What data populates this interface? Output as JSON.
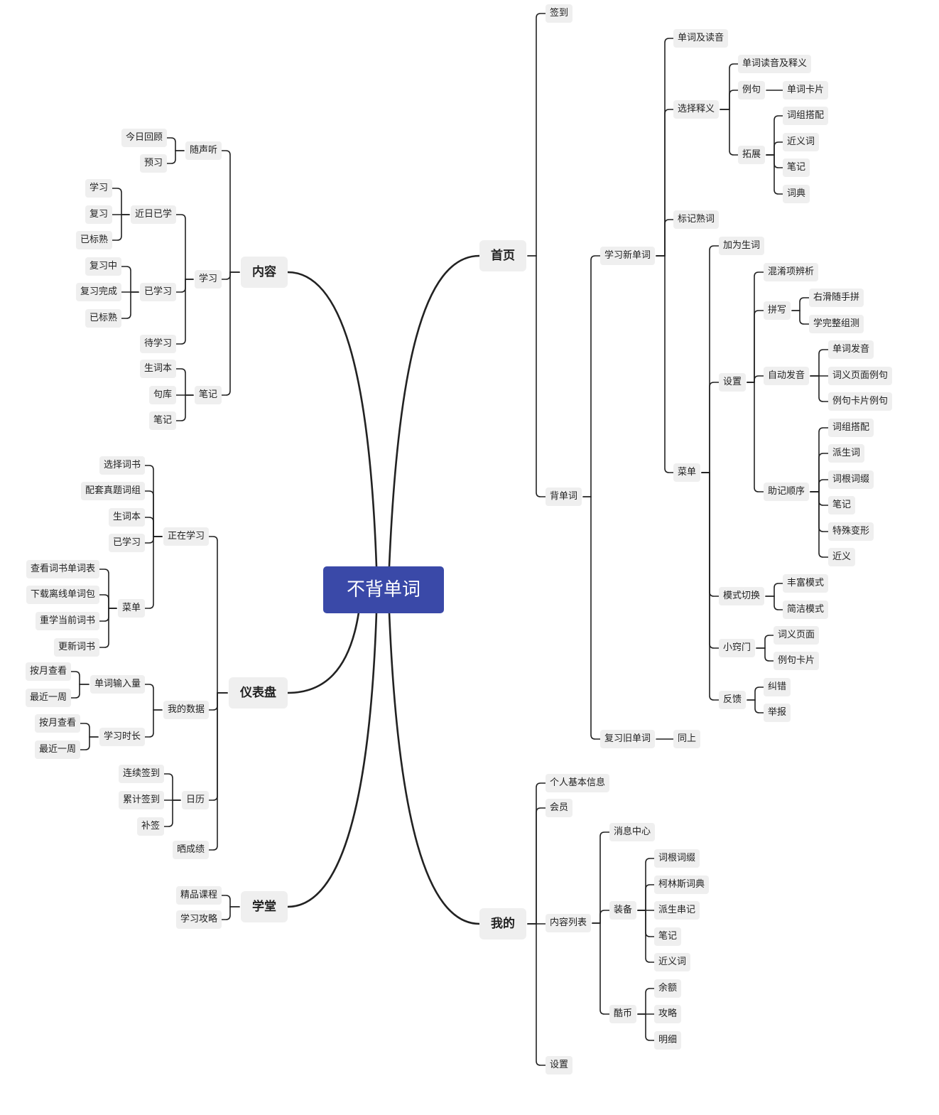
{
  "root": {
    "id": "root",
    "label": "不背单词"
  },
  "colors": {
    "root_bg": "#3a49a8",
    "node_bg": "#efefef",
    "line": "#222222"
  },
  "nodes": [
    {
      "id": "home",
      "label": "首页",
      "parent": "root"
    },
    {
      "id": "signin",
      "label": "签到",
      "parent": "home"
    },
    {
      "id": "memo",
      "label": "背单词",
      "parent": "home"
    },
    {
      "id": "newword",
      "label": "学习新单词",
      "parent": "memo"
    },
    {
      "id": "review",
      "label": "复习旧单词",
      "parent": "memo"
    },
    {
      "id": "same",
      "label": "同上",
      "parent": "review"
    },
    {
      "id": "wordsound",
      "label": "单词及读音",
      "parent": "newword"
    },
    {
      "id": "choose",
      "label": "选择释义",
      "parent": "newword"
    },
    {
      "id": "markknown",
      "label": "标记熟词",
      "parent": "newword"
    },
    {
      "id": "menu1",
      "label": "菜单",
      "parent": "newword"
    },
    {
      "id": "wsdef",
      "label": "单词读音及释义",
      "parent": "choose"
    },
    {
      "id": "example",
      "label": "例句",
      "parent": "choose"
    },
    {
      "id": "expand",
      "label": "拓展",
      "parent": "choose"
    },
    {
      "id": "wordcard",
      "label": "单词卡片",
      "parent": "example"
    },
    {
      "id": "ex1",
      "label": "词组搭配",
      "parent": "expand"
    },
    {
      "id": "ex2",
      "label": "近义词",
      "parent": "expand"
    },
    {
      "id": "ex3",
      "label": "笔记",
      "parent": "expand"
    },
    {
      "id": "ex4",
      "label": "词典",
      "parent": "expand"
    },
    {
      "id": "addnew",
      "label": "加为生词",
      "parent": "menu1"
    },
    {
      "id": "settings1",
      "label": "设置",
      "parent": "menu1"
    },
    {
      "id": "mode",
      "label": "模式切换",
      "parent": "menu1"
    },
    {
      "id": "tips",
      "label": "小窍门",
      "parent": "menu1"
    },
    {
      "id": "feedback",
      "label": "反馈",
      "parent": "menu1"
    },
    {
      "id": "confuse",
      "label": "混淆项辨析",
      "parent": "settings1"
    },
    {
      "id": "spell",
      "label": "拼写",
      "parent": "settings1"
    },
    {
      "id": "autosound",
      "label": "自动发音",
      "parent": "settings1"
    },
    {
      "id": "mnemonic",
      "label": "助记顺序",
      "parent": "settings1"
    },
    {
      "id": "sp1",
      "label": "右滑随手拼",
      "parent": "spell"
    },
    {
      "id": "sp2",
      "label": "学完整组测",
      "parent": "spell"
    },
    {
      "id": "as1",
      "label": "单词发音",
      "parent": "autosound"
    },
    {
      "id": "as2",
      "label": "词义页面例句",
      "parent": "autosound"
    },
    {
      "id": "as3",
      "label": "例句卡片例句",
      "parent": "autosound"
    },
    {
      "id": "mn1",
      "label": "词组搭配",
      "parent": "mnemonic"
    },
    {
      "id": "mn2",
      "label": "派生词",
      "parent": "mnemonic"
    },
    {
      "id": "mn3",
      "label": "词根词缀",
      "parent": "mnemonic"
    },
    {
      "id": "mn4",
      "label": "笔记",
      "parent": "mnemonic"
    },
    {
      "id": "mn5",
      "label": "特殊变形",
      "parent": "mnemonic"
    },
    {
      "id": "mn6",
      "label": "近义",
      "parent": "mnemonic"
    },
    {
      "id": "md1",
      "label": "丰富模式",
      "parent": "mode"
    },
    {
      "id": "md2",
      "label": "简洁模式",
      "parent": "mode"
    },
    {
      "id": "tp1",
      "label": "词义页面",
      "parent": "tips"
    },
    {
      "id": "tp2",
      "label": "例句卡片",
      "parent": "tips"
    },
    {
      "id": "fb1",
      "label": "纠错",
      "parent": "feedback"
    },
    {
      "id": "fb2",
      "label": "举报",
      "parent": "feedback"
    },
    {
      "id": "mine",
      "label": "我的",
      "parent": "root"
    },
    {
      "id": "profile",
      "label": "个人基本信息",
      "parent": "mine"
    },
    {
      "id": "vip",
      "label": "会员",
      "parent": "mine"
    },
    {
      "id": "contentlist",
      "label": "内容列表",
      "parent": "mine"
    },
    {
      "id": "settings2",
      "label": "设置",
      "parent": "mine"
    },
    {
      "id": "msg",
      "label": "消息中心",
      "parent": "contentlist"
    },
    {
      "id": "equip",
      "label": "装备",
      "parent": "contentlist"
    },
    {
      "id": "coin",
      "label": "酷币",
      "parent": "contentlist"
    },
    {
      "id": "eq1",
      "label": "词根词缀",
      "parent": "equip"
    },
    {
      "id": "eq2",
      "label": "柯林斯词典",
      "parent": "equip"
    },
    {
      "id": "eq3",
      "label": "派生串记",
      "parent": "equip"
    },
    {
      "id": "eq4",
      "label": "笔记",
      "parent": "equip"
    },
    {
      "id": "eq5",
      "label": "近义词",
      "parent": "equip"
    },
    {
      "id": "co1",
      "label": "余额",
      "parent": "coin"
    },
    {
      "id": "co2",
      "label": "攻略",
      "parent": "coin"
    },
    {
      "id": "co3",
      "label": "明细",
      "parent": "coin"
    },
    {
      "id": "content",
      "label": "内容",
      "parent": "root"
    },
    {
      "id": "listen",
      "label": "随声听",
      "parent": "content"
    },
    {
      "id": "study",
      "label": "学习",
      "parent": "content"
    },
    {
      "id": "notes",
      "label": "笔记",
      "parent": "content"
    },
    {
      "id": "ls1",
      "label": "今日回顾",
      "parent": "listen"
    },
    {
      "id": "ls2",
      "label": "预习",
      "parent": "listen"
    },
    {
      "id": "recent",
      "label": "近日已学",
      "parent": "study"
    },
    {
      "id": "learned",
      "label": "已学习",
      "parent": "study"
    },
    {
      "id": "tolearn",
      "label": "待学习",
      "parent": "study"
    },
    {
      "id": "rc1",
      "label": "学习",
      "parent": "recent"
    },
    {
      "id": "rc2",
      "label": "复习",
      "parent": "recent"
    },
    {
      "id": "rc3",
      "label": "已标熟",
      "parent": "recent"
    },
    {
      "id": "ld1",
      "label": "复习中",
      "parent": "learned"
    },
    {
      "id": "ld2",
      "label": "复习完成",
      "parent": "learned"
    },
    {
      "id": "ld3",
      "label": "已标熟",
      "parent": "learned"
    },
    {
      "id": "nt1",
      "label": "生词本",
      "parent": "notes"
    },
    {
      "id": "nt2",
      "label": "句库",
      "parent": "notes"
    },
    {
      "id": "nt3",
      "label": "笔记",
      "parent": "notes"
    },
    {
      "id": "dash",
      "label": "仪表盘",
      "parent": "root"
    },
    {
      "id": "learning",
      "label": "正在学习",
      "parent": "dash"
    },
    {
      "id": "mydata",
      "label": "我的数据",
      "parent": "dash"
    },
    {
      "id": "calendar",
      "label": "日历",
      "parent": "dash"
    },
    {
      "id": "share",
      "label": "晒成绩",
      "parent": "dash"
    },
    {
      "id": "lg1",
      "label": "选择词书",
      "parent": "learning"
    },
    {
      "id": "lg2",
      "label": "配套真题词组",
      "parent": "learning"
    },
    {
      "id": "lg3",
      "label": "生词本",
      "parent": "learning"
    },
    {
      "id": "lg4",
      "label": "已学习",
      "parent": "learning"
    },
    {
      "id": "menu2",
      "label": "菜单",
      "parent": "learning"
    },
    {
      "id": "mu1",
      "label": "查看词书单词表",
      "parent": "menu2"
    },
    {
      "id": "mu2",
      "label": "下载离线单词包",
      "parent": "menu2"
    },
    {
      "id": "mu3",
      "label": "重学当前词书",
      "parent": "menu2"
    },
    {
      "id": "mu4",
      "label": "更新词书",
      "parent": "menu2"
    },
    {
      "id": "input",
      "label": "单词输入量",
      "parent": "mydata"
    },
    {
      "id": "duration",
      "label": "学习时长",
      "parent": "mydata"
    },
    {
      "id": "in1",
      "label": "按月查看",
      "parent": "input"
    },
    {
      "id": "in2",
      "label": "最近一周",
      "parent": "input"
    },
    {
      "id": "du1",
      "label": "按月查看",
      "parent": "duration"
    },
    {
      "id": "du2",
      "label": "最近一周",
      "parent": "duration"
    },
    {
      "id": "ca1",
      "label": "连续签到",
      "parent": "calendar"
    },
    {
      "id": "ca2",
      "label": "累计签到",
      "parent": "calendar"
    },
    {
      "id": "ca3",
      "label": "补签",
      "parent": "calendar"
    },
    {
      "id": "school",
      "label": "学堂",
      "parent": "root"
    },
    {
      "id": "sc1",
      "label": "精品课程",
      "parent": "school"
    },
    {
      "id": "sc2",
      "label": "学习攻略",
      "parent": "school"
    }
  ]
}
